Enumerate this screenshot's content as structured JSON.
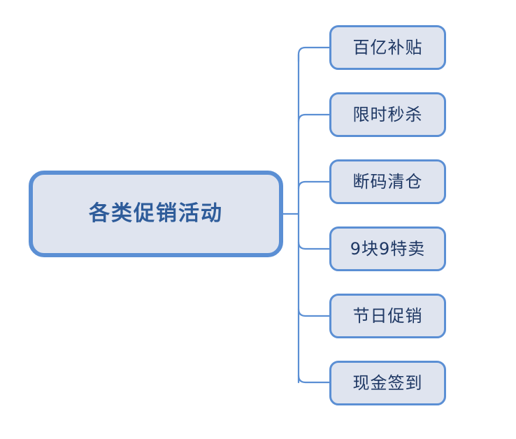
{
  "diagram": {
    "type": "mind-map",
    "orientation": "left-root-right-children",
    "background_color": "#ffffff",
    "root": {
      "label": "各类促销活动",
      "text_color": "#2e5c9a",
      "fill_color": "#dfe4ef",
      "border_color": "#5b8fd4"
    },
    "connector": {
      "color": "#5b8fd4",
      "style": "orthogonal-rounded-elbow"
    },
    "children": [
      {
        "label": "百亿补贴",
        "text_color": "#1f3864",
        "fill_color": "#dfe4ef",
        "border_color": "#5b8fd4"
      },
      {
        "label": "限时秒杀",
        "text_color": "#1f3864",
        "fill_color": "#dfe4ef",
        "border_color": "#5b8fd4"
      },
      {
        "label": "断码清仓",
        "text_color": "#1f3864",
        "fill_color": "#dfe4ef",
        "border_color": "#5b8fd4"
      },
      {
        "label": "9块9特卖",
        "text_color": "#1f3864",
        "fill_color": "#dfe4ef",
        "border_color": "#5b8fd4"
      },
      {
        "label": "节日促销",
        "text_color": "#1f3864",
        "fill_color": "#dfe4ef",
        "border_color": "#5b8fd4"
      },
      {
        "label": "现金签到",
        "text_color": "#1f3864",
        "fill_color": "#dfe4ef",
        "border_color": "#5b8fd4"
      }
    ]
  }
}
